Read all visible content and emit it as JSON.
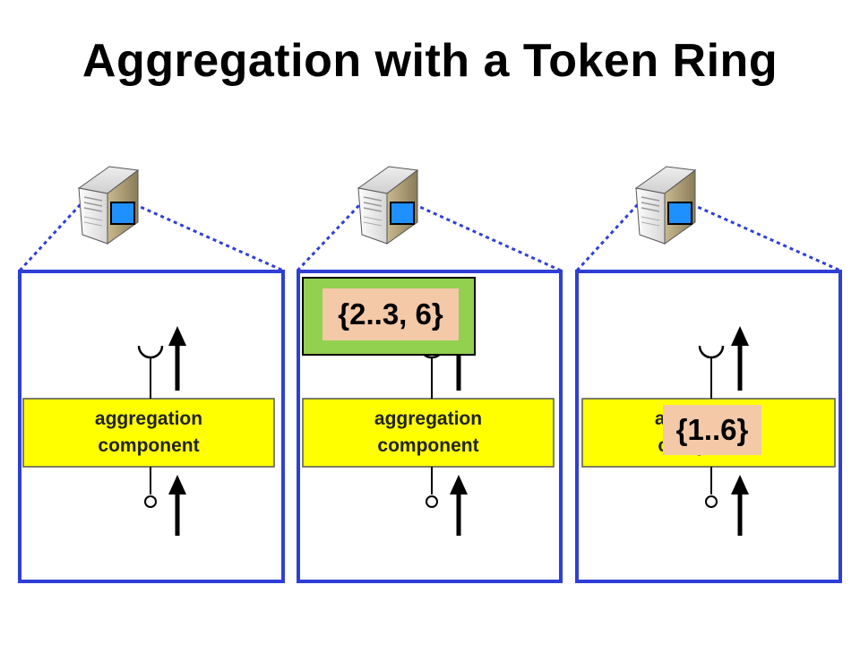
{
  "title": "Aggregation with a Token Ring",
  "colors": {
    "frame": "#2e3fd6",
    "dashed_link": "#2e3fd6",
    "component_fill": "#ffff00",
    "token_holder_fill": "#92d050",
    "token_fill": "#f4c9a8",
    "server_screen": "#1e90ff"
  },
  "nodes": [
    {
      "component_label": "aggregation component",
      "token": null
    },
    {
      "component_label": "aggregation component",
      "token": "{2..3, 6}"
    },
    {
      "component_label": "aggregation component",
      "token": "{1..6}"
    }
  ],
  "icons": [
    "server-icon",
    "provided-interface-icon",
    "required-interface-icon",
    "up-arrow-icon"
  ]
}
